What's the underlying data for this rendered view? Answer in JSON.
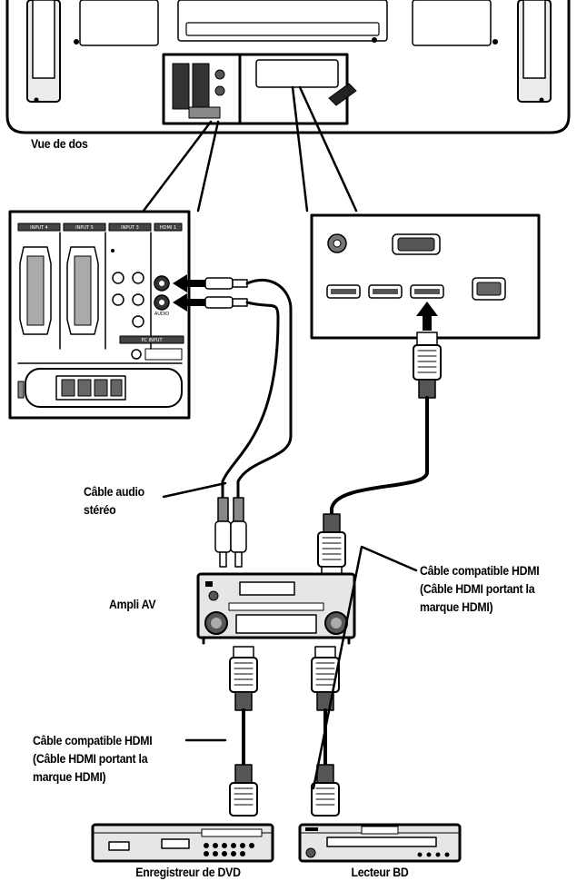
{
  "title": "",
  "labels": {
    "rear_view": "Vue de dos",
    "stereo_audio_cable": [
      "Câble audio",
      "stéréo"
    ],
    "av_amp": "Ampli AV",
    "hdmi_cable_right": [
      "Câble compatible HDMI",
      "(Câble HDMI portant la",
      "marque HDMI)"
    ],
    "hdmi_cable_left": [
      "Câble compatible HDMI",
      "(Câble HDMI portant la",
      "marque HDMI)"
    ],
    "dvd_recorder": "Enregistreur de DVD",
    "bd_player": "Lecteur BD"
  },
  "panel_text": {
    "input_a": "INPUT 4",
    "input_b": "INPUT 5",
    "input_c": "INPUT 3",
    "hdmi_1": "HDMI 1",
    "pc_input": "PC INPUT",
    "audio": "AUDIO"
  },
  "colors": {
    "line": "#000000",
    "device_fill": "#e6e6e6",
    "panel_fill": "#ffffff"
  }
}
